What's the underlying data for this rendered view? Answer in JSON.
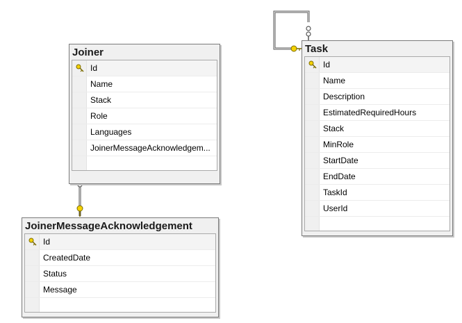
{
  "joiner": {
    "title": "Joiner",
    "columns": [
      "Id",
      "Name",
      "Stack",
      "Role",
      "Languages",
      "JoinerMessageAcknowledgem..."
    ],
    "primary_key": "Id"
  },
  "task": {
    "title": "Task",
    "columns": [
      "Id",
      "Name",
      "Description",
      "EstimatedRequiredHours",
      "Stack",
      "MinRole",
      "StartDate",
      "EndDate",
      "TaskId",
      "UserId"
    ],
    "primary_key": "Id"
  },
  "joiner_message_acknowledgement": {
    "title": "JoinerMessageAcknowledgement",
    "columns": [
      "Id",
      "CreatedDate",
      "Status",
      "Message"
    ],
    "primary_key": "Id"
  },
  "colors": {
    "key_fill": "#f5d200",
    "key_stroke": "#7a6a00",
    "line": "#555555"
  }
}
